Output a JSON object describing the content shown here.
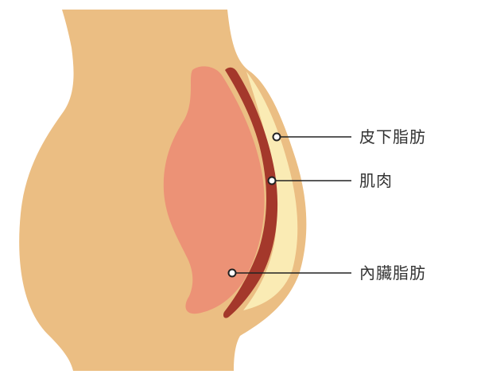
{
  "labels": {
    "subcutaneous_fat": "皮下脂肪",
    "muscle": "肌肉",
    "visceral_fat": "內臟脂肪"
  },
  "colors": {
    "skin": "#EBBE83",
    "subcutaneous_fat": "#FAEBB4",
    "muscle": "#A4382B",
    "visceral_fat": "#EC9276",
    "background": "#FFFFFF",
    "leader_line": "#222222"
  }
}
